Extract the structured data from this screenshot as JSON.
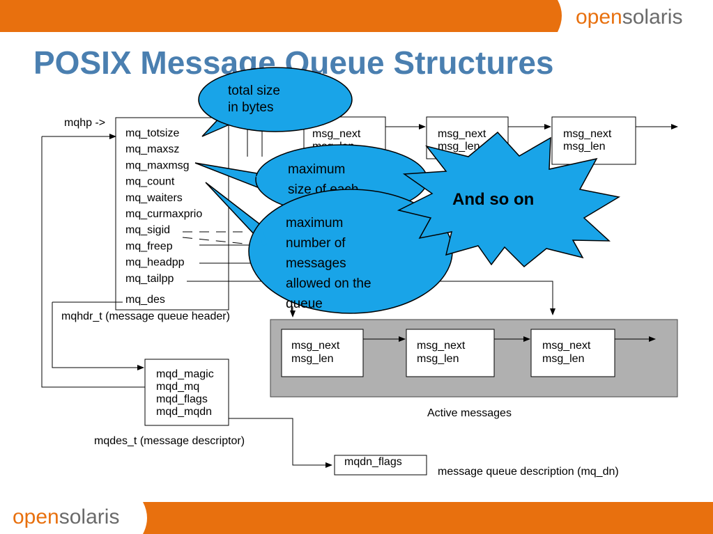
{
  "colors": {
    "orange": "#e8700e",
    "title_blue": "#4a7fb0",
    "callout_fill": "#19a4e8",
    "logo_orange": "#e8700e",
    "logo_gray": "#6a6a6a",
    "box_gray": "#b0b0b0"
  },
  "brand": {
    "open": "open",
    "solaris": "sol",
    "aris": "aris",
    "full": "opensolaris"
  },
  "title": "POSIX Message Queue Structures",
  "header_struct": {
    "pointer_label": "mqhp ->",
    "fields": [
      "mq_totsize",
      "mq_maxsz",
      "mq_maxmsg",
      "mq_count",
      "mq_waiters",
      "mq_curmaxprio",
      "mq_sigid",
      "mq_freep",
      "mq_headpp",
      "mq_tailpp",
      "mq_des"
    ],
    "caption": "mqhdr_t (message queue header)"
  },
  "free_list": {
    "nodes": [
      {
        "next": "msg_next",
        "len": "msg_len"
      },
      {
        "next": "msg_next",
        "len": "msg_len"
      },
      {
        "next": "msg_next",
        "len": "msg_len"
      }
    ]
  },
  "active": {
    "nodes": [
      {
        "next": "msg_next",
        "len": "msg_len"
      },
      {
        "next": "msg_next",
        "len": "msg_len"
      },
      {
        "next": "msg_next",
        "len": "msg_len"
      }
    ],
    "caption": "Active messages"
  },
  "descriptor": {
    "fields": [
      "mqd_magic",
      "mqd_mq",
      "mqd_flags",
      "mqd_mqdn"
    ],
    "caption": "mqdes_t (message descriptor)"
  },
  "mqdn": {
    "field": "mqdn_flags",
    "caption": "message queue description (mq_dn)"
  },
  "callouts": {
    "total_size": [
      "total size",
      "in bytes"
    ],
    "max_size": [
      "maximum",
      "size of each"
    ],
    "max_number": [
      "maximum",
      "number of",
      "messages",
      "allowed on the",
      "queue"
    ],
    "and_so_on": "And so on"
  }
}
